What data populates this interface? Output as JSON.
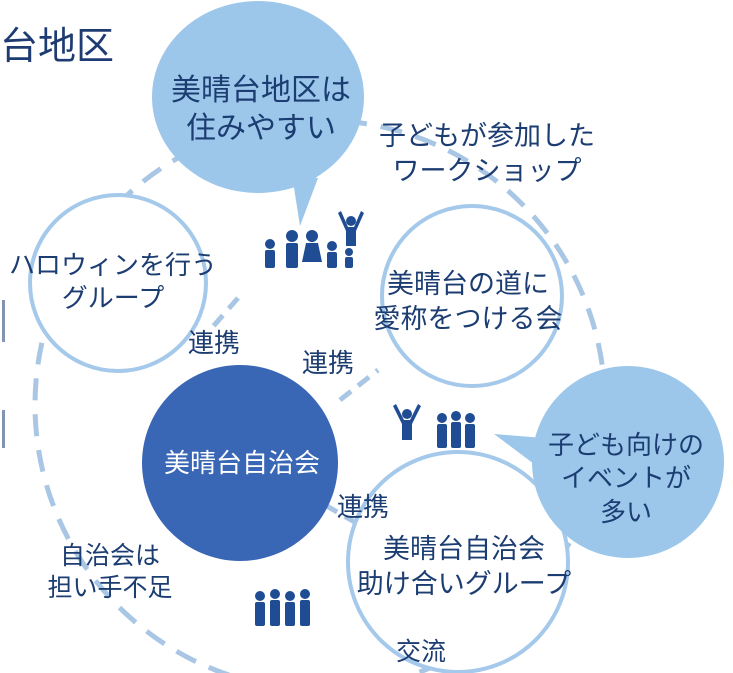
{
  "title": "台地区",
  "bubbles": {
    "easy_living": "美晴台地区は\n住みやすい",
    "kids_events": "子どもが参加した\nワークショップ"
  },
  "groups": {
    "halloween": "ハロウィンを行う\nグループ",
    "road_naming": "美晴台の道に\n愛称をつける会",
    "center": "美晴台自治会",
    "help_group": "美晴台自治会\n助け合いグループ"
  },
  "callouts": {
    "many_events": "子ども向けの\nイベントが\n多い",
    "shortage": "自治会は\n担い手不足"
  },
  "links": {
    "renkei_1": "連携",
    "renkei_2": "連携",
    "renkei_3": "連携",
    "koryu": "交流"
  },
  "colors": {
    "navy_text": "#1c3d72",
    "pale_bubble": "#9dc7ea",
    "circle_stroke": "#a5c9ea",
    "center_fill": "#3967b6",
    "dashed_line": "#a9c7e4",
    "people_icon": "#1f4c92"
  },
  "icons": [
    "family-icon",
    "child-cheer-icon",
    "people-group-icon"
  ]
}
